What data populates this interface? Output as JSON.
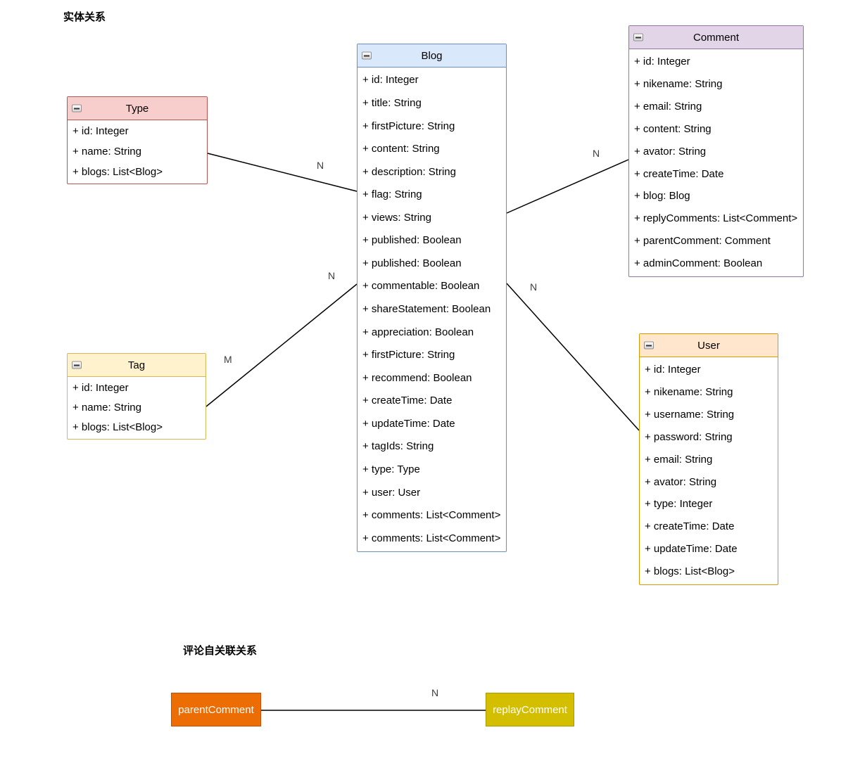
{
  "page": {
    "title": "实体关系",
    "subtitle": "评论自关联关系"
  },
  "entities": [
    {
      "name": "Type",
      "header": "Type",
      "fill": "#f8cecc",
      "stroke": "#b85450",
      "fields": [
        "+ id: Integer",
        "+ name: String",
        "+ blogs: List<Blog>"
      ]
    },
    {
      "name": "Blog",
      "header": "Blog",
      "fill": "#dae8fc",
      "stroke": "#6c8ebf",
      "fields": [
        "+ id: Integer",
        "+ title: String",
        "+ firstPicture: String",
        "+ content: String",
        "+ description: String",
        "+ flag: String",
        "+ views: String",
        "+ published: Boolean",
        "+ published: Boolean",
        "+ commentable: Boolean",
        "+ shareStatement: Boolean",
        "+ appreciation: Boolean",
        "+ firstPicture: String",
        "+ recommend: Boolean",
        "+ createTime: Date",
        "+ updateTime: Date",
        "+ tagIds: String",
        "+ type: Type",
        "+ user: User",
        "+ comments: List<Comment>",
        "+ comments: List<Comment>"
      ]
    },
    {
      "name": "Comment",
      "header": "Comment",
      "fill": "#e1d5e7",
      "stroke": "#9673a6",
      "fields": [
        "+ id: Integer",
        "+ nikename: String",
        "+ email: String",
        "+ content: String",
        "+ avator: String",
        "+ createTime: Date",
        "+ blog: Blog",
        "+ replyComments: List<Comment>",
        "+ parentComment: Comment",
        "+ adminComment: Boolean"
      ]
    },
    {
      "name": "Tag",
      "header": "Tag",
      "fill": "#fff2cc",
      "stroke": "#d6b656",
      "fields": [
        "+ id: Integer",
        "+ name: String",
        "+ blogs: List<Blog>"
      ]
    },
    {
      "name": "User",
      "header": "User",
      "fill": "#ffe6cc",
      "stroke": "#d79b00",
      "fields": [
        "+ id: Integer",
        "+ nikename: String",
        "+ username: String",
        "+ password: String",
        "+ email: String",
        "+ avator: String",
        "+ type: Integer",
        "+ createTime: Date",
        "+ updateTime: Date",
        "+ blogs: List<Blog>"
      ]
    }
  ],
  "relations": [
    {
      "from": "Type",
      "to": "Blog",
      "labels": [
        "N"
      ]
    },
    {
      "from": "Blog",
      "to": "Comment",
      "labels": [
        "N"
      ]
    },
    {
      "from": "Tag",
      "to": "Blog",
      "labels": [
        "M",
        "N"
      ]
    },
    {
      "from": "Blog",
      "to": "User",
      "labels": [
        "N"
      ]
    },
    {
      "from": "parentComment",
      "to": "replayComment",
      "labels": [
        "N"
      ]
    }
  ],
  "nodes": [
    {
      "name": "parentComment",
      "label": "parentComment",
      "fill": "#ed6d05",
      "stroke": "#d14a02",
      "text_color": "#ffffff"
    },
    {
      "name": "replayComment",
      "label": "replayComment",
      "fill": "#d4be00",
      "stroke": "#ab9a00",
      "text_color": "#ffffff"
    }
  ]
}
